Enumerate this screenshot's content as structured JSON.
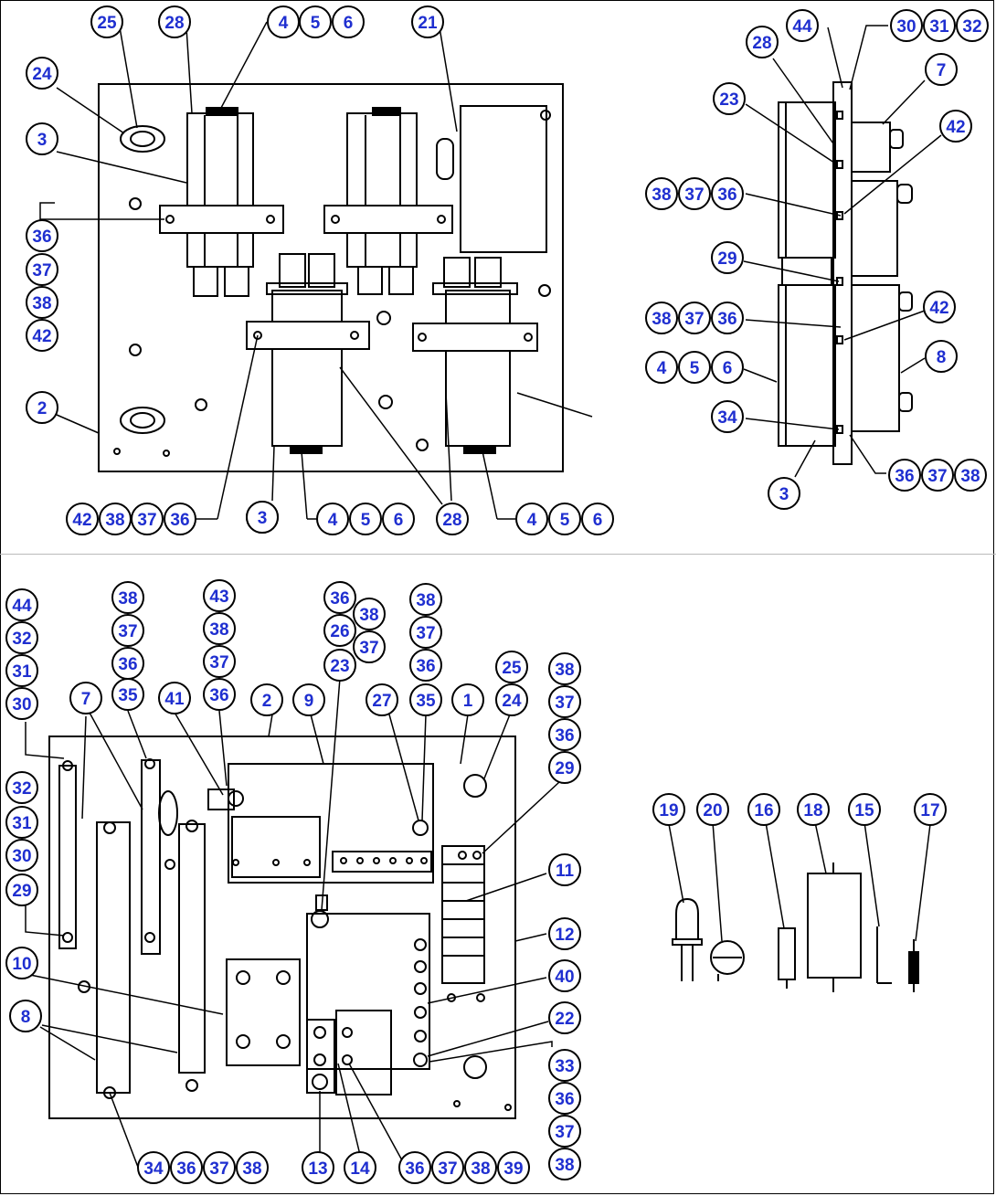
{
  "colors": {
    "balloon_text": "#1f2fd0",
    "ink": "#000000",
    "gray": "#9a9a9a",
    "background": "#ffffff"
  },
  "views": {
    "top_left": {
      "callouts": [
        "25",
        "28",
        "4",
        "5",
        "6",
        "21",
        "24",
        "3",
        "36",
        "37",
        "38",
        "42",
        "2",
        "3",
        "42",
        "38",
        "37",
        "36",
        "3",
        "4",
        "5",
        "6",
        "28",
        "4",
        "5",
        "6"
      ]
    },
    "top_right": {
      "callouts": [
        "44",
        "30",
        "31",
        "32",
        "28",
        "7",
        "23",
        "42",
        "38",
        "37",
        "36",
        "29",
        "38",
        "37",
        "36",
        "42",
        "4",
        "5",
        "6",
        "8",
        "34",
        "36",
        "37",
        "38",
        "3"
      ]
    },
    "bottom_left": {
      "callouts": [
        "44",
        "32",
        "31",
        "30",
        "38",
        "37",
        "36",
        "35",
        "43",
        "38",
        "37",
        "36",
        "36",
        "38",
        "26",
        "37",
        "23",
        "38",
        "37",
        "36",
        "35",
        "7",
        "41",
        "2",
        "9",
        "27",
        "1",
        "25",
        "24",
        "38",
        "37",
        "36",
        "29",
        "32",
        "31",
        "30",
        "29",
        "11",
        "12",
        "10",
        "40",
        "8",
        "22",
        "33",
        "36",
        "37",
        "38",
        "34",
        "36",
        "37",
        "38",
        "13",
        "14",
        "36",
        "37",
        "38",
        "39"
      ]
    },
    "bottom_right": {
      "callouts": [
        "19",
        "20",
        "16",
        "18",
        "15",
        "17"
      ]
    }
  }
}
